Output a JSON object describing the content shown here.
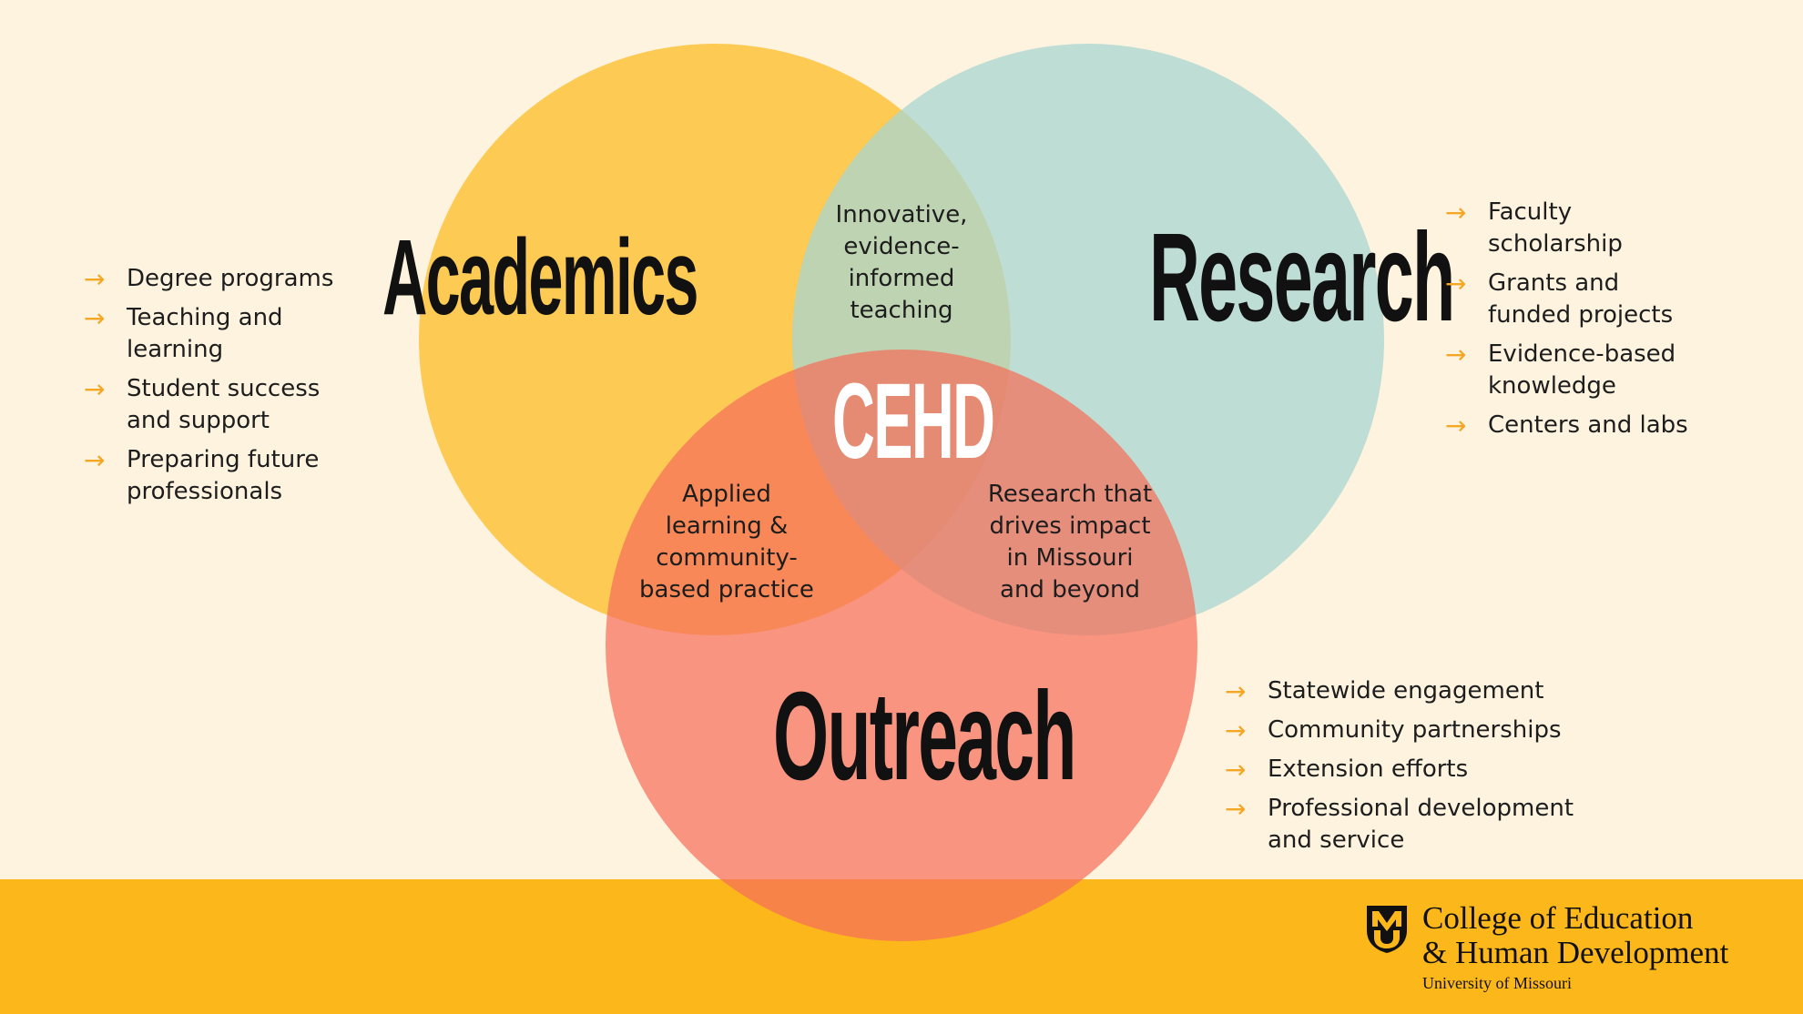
{
  "colors": {
    "background": "#FDF3DF",
    "footer": "#FCB71B",
    "academics_circle": "#FDBE2B",
    "research_circle": "#A8D6D2",
    "outreach_circle": "#F56F5A",
    "arrow": "#F5A623"
  },
  "venn": {
    "academics": {
      "title": "Academics"
    },
    "research": {
      "title": "Research"
    },
    "outreach": {
      "title": "Outreach"
    },
    "center": "CEHD",
    "overlaps": {
      "academics_research": [
        "Innovative,",
        "evidence-",
        "informed",
        "teaching"
      ],
      "academics_outreach": [
        "Applied",
        "learning &",
        "community-",
        "based practice"
      ],
      "research_outreach": [
        "Research that",
        "drives impact",
        "in Missouri",
        "and beyond"
      ]
    }
  },
  "lists": {
    "academics": [
      [
        "Degree programs"
      ],
      [
        "Teaching and",
        "learning"
      ],
      [
        "Student success",
        "and support"
      ],
      [
        "Preparing future",
        "professionals"
      ]
    ],
    "research": [
      [
        "Faculty",
        "scholarship"
      ],
      [
        "Grants and",
        "funded projects"
      ],
      [
        "Evidence-based",
        "knowledge"
      ],
      [
        "Centers and labs"
      ]
    ],
    "outreach": [
      [
        "Statewide engagement"
      ],
      [
        "Community partnerships"
      ],
      [
        "Extension efforts"
      ],
      [
        "Professional development",
        "and service"
      ]
    ]
  },
  "arrow_icon": "→",
  "logo": {
    "icon": "mizzou-mu-icon",
    "line1": "College of Education",
    "line2": "& Human Development",
    "line3": "University of Missouri"
  }
}
